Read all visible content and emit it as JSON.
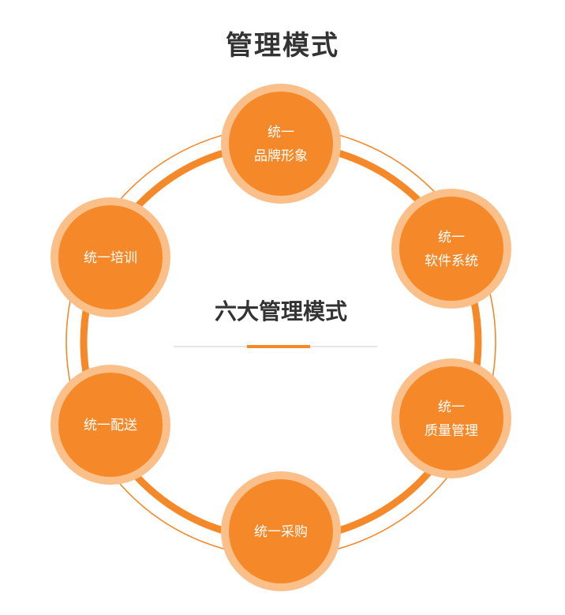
{
  "title": "管理模式",
  "center": {
    "title": "六大管理模式"
  },
  "colors": {
    "accent": "#f5892a",
    "accent_light": "#fbc08a",
    "ring_line": "#f5892a",
    "divider": "#e6e6e6",
    "title_text": "#333333"
  },
  "nodes": [
    {
      "lines": [
        "统一",
        "品牌形象"
      ]
    },
    {
      "lines": [
        "统一",
        "软件系统"
      ]
    },
    {
      "lines": [
        "统一",
        "质量管理"
      ]
    },
    {
      "lines": [
        "统一采购"
      ]
    },
    {
      "lines": [
        "统一配送"
      ]
    },
    {
      "lines": [
        "统一培训"
      ]
    }
  ]
}
